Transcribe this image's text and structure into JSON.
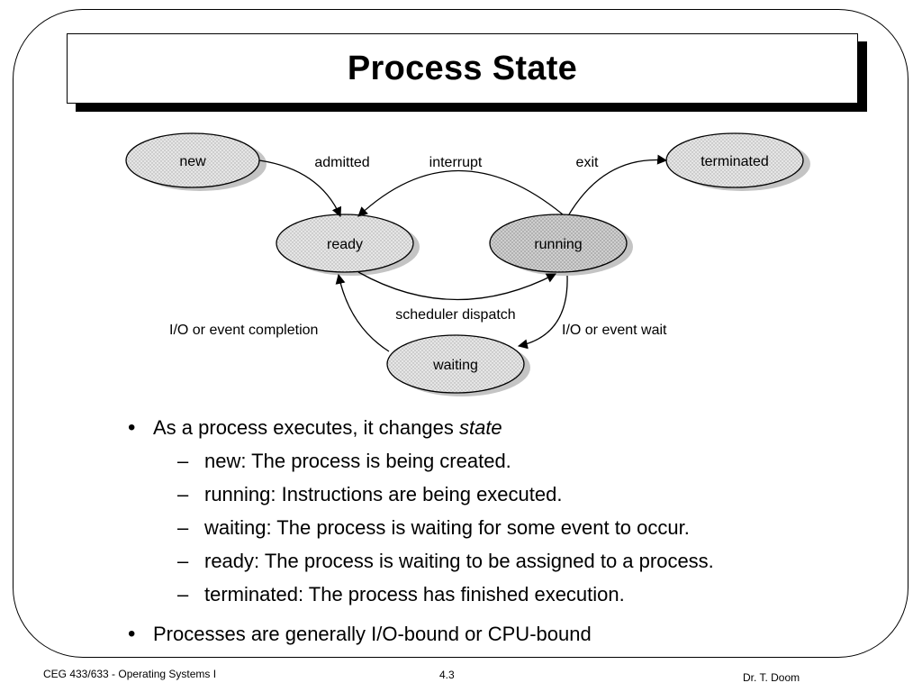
{
  "slide": {
    "title": "Process State"
  },
  "diagram": {
    "states": {
      "new": "new",
      "ready": "ready",
      "running": "running",
      "waiting": "waiting",
      "terminated": "terminated"
    },
    "transitions": {
      "admitted": "admitted",
      "interrupt": "interrupt",
      "exit": "exit",
      "scheduler_dispatch": "scheduler dispatch",
      "io_event_completion": "I/O or event completion",
      "io_event_wait": "I/O or event wait"
    }
  },
  "bullets": {
    "main1_text": "As a process executes, it changes ",
    "main1_emphasis": "state",
    "sub_items": [
      {
        "dash": "–",
        "text": "new:  The process is being created."
      },
      {
        "dash": "–",
        "text": "running:  Instructions are being executed."
      },
      {
        "dash": "–",
        "text": "waiting:  The process is waiting for some event to occur."
      },
      {
        "dash": "–",
        "text": "ready:  The process is waiting to be assigned to a process."
      },
      {
        "dash": "–",
        "text": "terminated:  The process has finished execution."
      }
    ],
    "main2_text": "Processes are generally I/O-bound or CPU-bound",
    "bullet_glyph": "•"
  },
  "footer": {
    "course": "CEG 433/633 - Operating Systems I",
    "page": "4.3",
    "author": "Dr. T. Doom"
  }
}
